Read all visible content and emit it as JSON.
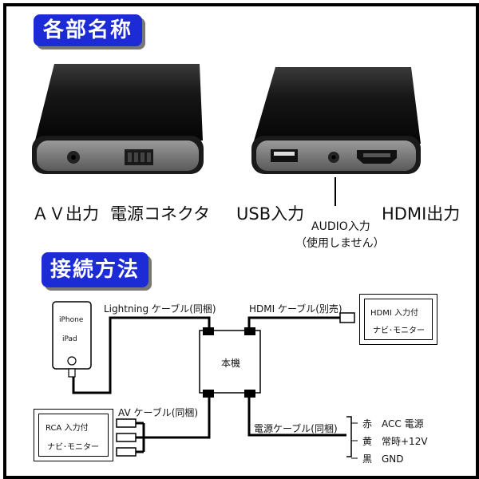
{
  "sections": {
    "parts_title": "各部名称",
    "connect_title": "接続方法"
  },
  "parts": {
    "av_out": "ＡＶ出力",
    "power_connector": "電源コネクタ",
    "usb_in": "USB入力",
    "audio_in": "AUDIO入力",
    "audio_note": "（使用しません）",
    "hdmi_out": "HDMI出力"
  },
  "diagram": {
    "lightning_cable": "Lightning ケーブル(同梱)",
    "hdmi_cable": "HDMI ケーブル(別売)",
    "av_cable": "AV ケーブル(同梱)",
    "power_cable": "電源ケーブル(同梱)",
    "main_unit": "本機",
    "iphone": "iPhone",
    "ipad": "iPad",
    "hdmi_nav_line1": "HDMI 入力付",
    "hdmi_nav_line2": "ナビ･モニター",
    "rca_nav_line1": "RCA 入力付",
    "rca_nav_line2": "ナビ･モニター",
    "wire_red": "赤　ACC 電源",
    "wire_yellow": "黄　常時+12V",
    "wire_black": "黒　GND"
  },
  "colors": {
    "banner_bg": "#1d2bd6",
    "banner_text": "#ffffff",
    "device_body": "#1a1a1a",
    "device_face": "#7b7b7b"
  }
}
